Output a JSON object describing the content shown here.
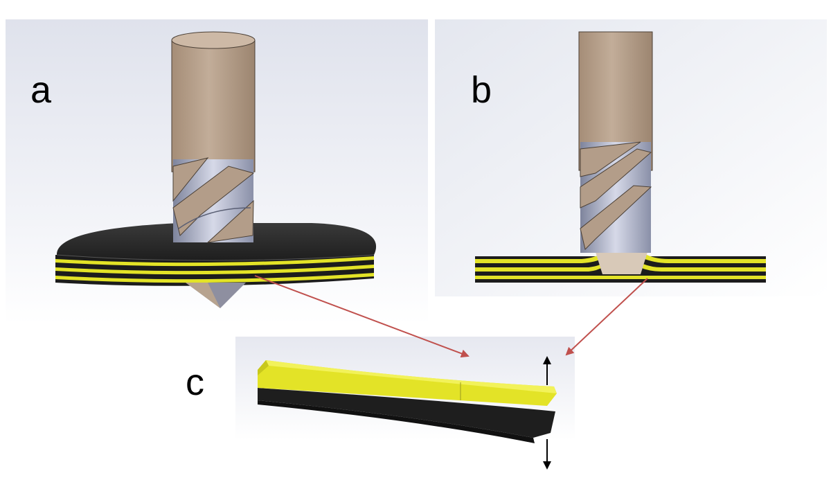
{
  "panels": [
    {
      "id": "a",
      "label": "a"
    },
    {
      "id": "b",
      "label": "b"
    },
    {
      "id": "c",
      "label": "c"
    }
  ],
  "colors": {
    "tool_body": "#b39d89",
    "tool_body_light": "#cdb9a6",
    "flute": "#9aa0b6",
    "flute_light": "#c9cde0",
    "laminate_dark": "#2b2b2b",
    "ply_yellow": "#e3e327",
    "arrow_red": "#c0504d",
    "background_gradient_top": "#d8dbe8",
    "background_gradient_bottom": "#ffffff"
  },
  "icons": {
    "tool": "end-mill-drill-icon",
    "laminate": "composite-laminate-icon",
    "delamination": "delamination-detail-icon"
  }
}
